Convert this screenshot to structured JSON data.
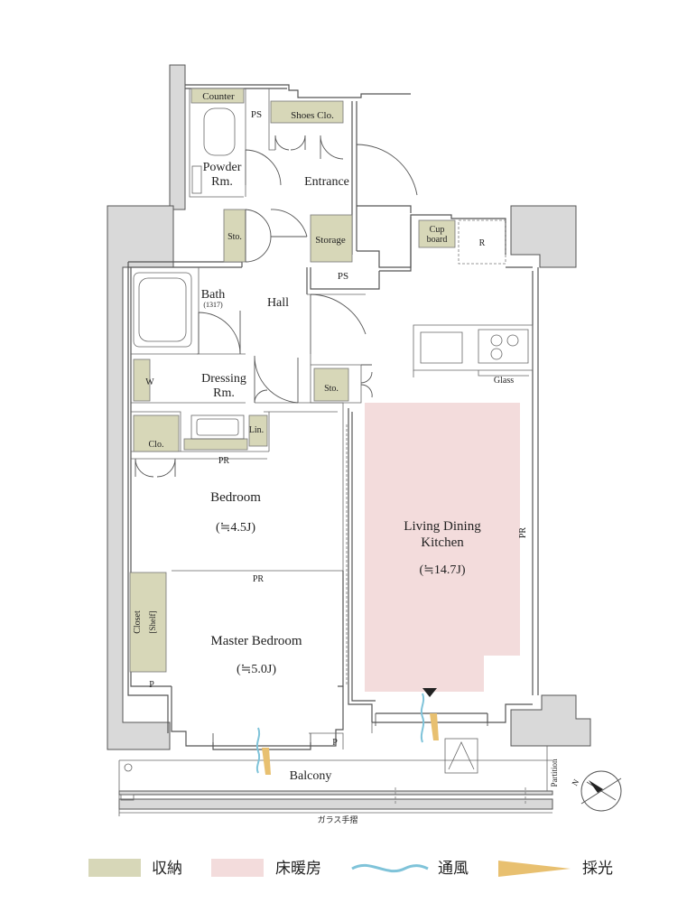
{
  "rooms": {
    "counter": "Counter",
    "ps_top": "PS",
    "shoes_closet": "Shoes Clo.",
    "powder_room_l1": "Powder",
    "powder_room_l2": "Rm.",
    "entrance": "Entrance",
    "storage_small_1": "Sto.",
    "storage": "Storage",
    "cupboard_l1": "Cup",
    "cupboard_l2": "board",
    "refrigerator": "R",
    "ps_mid": "PS",
    "bath": "Bath",
    "bath_size": "(1317)",
    "hall": "Hall",
    "wardrobe": "W",
    "dressing_l1": "Dressing",
    "dressing_l2": "Rm.",
    "storage_small_2": "Sto.",
    "glass": "Glass",
    "closet_small": "Clo.",
    "linen": "Lin.",
    "pr_bedroom": "PR",
    "bedroom": "Bedroom",
    "bedroom_size": "(≒4.5J)",
    "ldk_l1": "Living Dining",
    "ldk_l2": "Kitchen",
    "ldk_size": "(≒14.7J)",
    "pr_ldk": "PR",
    "pr_master": "PR",
    "closet": "Closet",
    "shelf": "[Shelf]",
    "master_bedroom": "Master Bedroom",
    "master_size": "(≒5.0J)",
    "p_left": "P",
    "p_balcony": "P",
    "balcony": "Balcony",
    "partition": "Partition",
    "glass_railing": "ガラス手摺",
    "north": "N"
  },
  "legend": {
    "storage": "収納",
    "floor_heating": "床暖房",
    "ventilation": "通風",
    "daylight": "採光"
  },
  "colors": {
    "storage": "#d7d7b8",
    "floor_heating": "#f3dcdc",
    "ventilation": "#7fc3d9",
    "daylight": "#e8c070",
    "wall": "#d9d9d9"
  }
}
